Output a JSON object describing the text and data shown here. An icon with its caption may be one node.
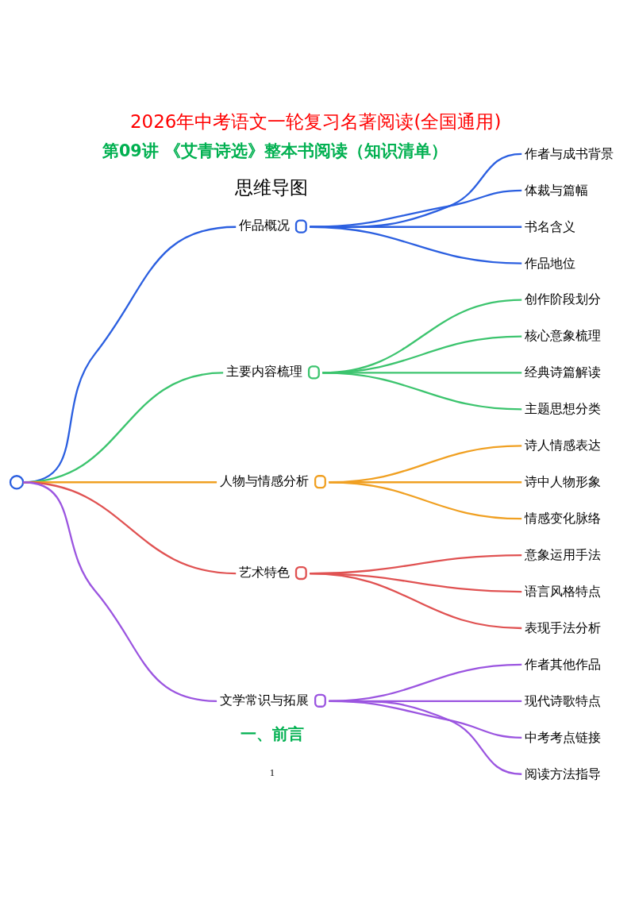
{
  "diagram": {
    "title": "2026年中考语文一轮复习名著阅读(全国通用)",
    "nodes": [
      {
        "text": [],
        "shape": "circle"
      },
      {
        "text": [
          "作品概况"
        ]
      },
      {
        "text": [
          "作者与成书背景"
        ]
      },
      {
        "text": [
          "体裁与篇幅"
        ]
      },
      {
        "text": [
          "书名含义"
        ]
      },
      {
        "text": [
          "作品地位"
        ]
      },
      {
        "text": [
          "主要内容梳理"
        ]
      },
      {
        "text": [
          "创作阶段划分"
        ]
      },
      {
        "text": [
          "核心意象梳理"
        ]
      },
      {
        "text": [
          "经典诗篇解读"
        ]
      },
      {
        "text": [
          "主题思想分类"
        ]
      },
      {
        "text": [
          "人物与情感分析"
        ]
      },
      {
        "text": [
          "诗人情感表达"
        ]
      },
      {
        "text": [
          "诗中人物形象"
        ]
      },
      {
        "text": [
          "情感变化脉络"
        ]
      },
      {
        "text": [
          "艺术特色"
        ]
      },
      {
        "text": [
          "意象运用手法"
        ]
      },
      {
        "text": [
          "语言风格特点"
        ]
      },
      {
        "text": [
          "表现手法分析"
        ]
      },
      {
        "text": [
          "文学常识与拓展"
        ]
      },
      {
        "text": [
          "作者其他作品"
        ]
      },
      {
        "text": [
          "现代诗歌特点"
        ]
      },
      {
        "text": [
          "中考考点链接"
        ]
      },
      {
        "text": [
          "阅读方法指导"
        ]
      }
    ],
    "edges": [
      {
        "from": 0,
        "to": 1,
        "arrow": "none",
        "color": "#2b5fe0"
      },
      {
        "from": 1,
        "to": 2,
        "arrow": "none",
        "color": "#2b5fe0"
      },
      {
        "from": 1,
        "to": 3,
        "arrow": "none",
        "color": "#2b5fe0"
      },
      {
        "from": 1,
        "to": 4,
        "arrow": "none",
        "color": "#2b5fe0"
      },
      {
        "from": 1,
        "to": 5,
        "arrow": "none",
        "color": "#2b5fe0"
      },
      {
        "from": 0,
        "to": 6,
        "arrow": "none",
        "color": "#3cc46e"
      },
      {
        "from": 6,
        "to": 7,
        "arrow": "none",
        "color": "#3cc46e"
      },
      {
        "from": 6,
        "to": 8,
        "arrow": "none",
        "color": "#3cc46e"
      },
      {
        "from": 6,
        "to": 9,
        "arrow": "none",
        "color": "#3cc46e"
      },
      {
        "from": 6,
        "to": 10,
        "arrow": "none",
        "color": "#3cc46e"
      },
      {
        "from": 0,
        "to": 11,
        "arrow": "none",
        "color": "#f0a022"
      },
      {
        "from": 11,
        "to": 12,
        "arrow": "none",
        "color": "#f0a022"
      },
      {
        "from": 11,
        "to": 13,
        "arrow": "none",
        "color": "#f0a022"
      },
      {
        "from": 11,
        "to": 14,
        "arrow": "none",
        "color": "#f0a022"
      },
      {
        "from": 0,
        "to": 15,
        "arrow": "none",
        "color": "#e05252"
      },
      {
        "from": 15,
        "to": 16,
        "arrow": "none",
        "color": "#e05252"
      },
      {
        "from": 15,
        "to": 17,
        "arrow": "none",
        "color": "#e05252"
      },
      {
        "from": 15,
        "to": 18,
        "arrow": "none",
        "color": "#e05252"
      },
      {
        "from": 0,
        "to": 19,
        "arrow": "none",
        "color": "#9b55e0"
      },
      {
        "from": 19,
        "to": 20,
        "arrow": "none",
        "color": "#9b55e0"
      },
      {
        "from": 19,
        "to": 21,
        "arrow": "none",
        "color": "#9b55e0"
      },
      {
        "from": 19,
        "to": 22,
        "arrow": "none",
        "color": "#9b55e0"
      },
      {
        "from": 19,
        "to": 23,
        "arrow": "none",
        "color": "#9b55e0"
      }
    ],
    "labels": [
      "第09讲 《艾青诗选》整本书阅读（知识清单）",
      "思维导图",
      "一、前言",
      "1"
    ]
  }
}
